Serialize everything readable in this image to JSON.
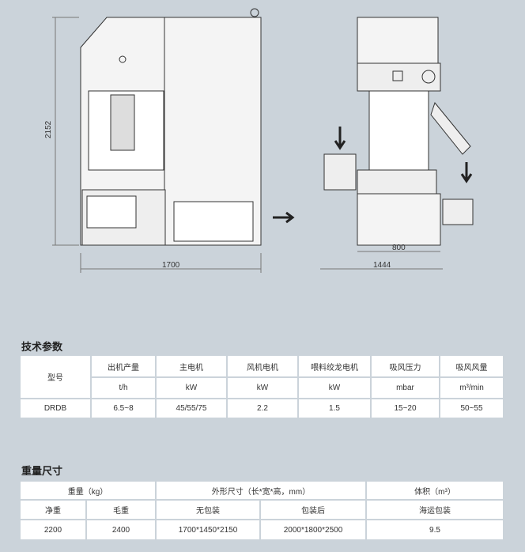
{
  "drawing": {
    "height_dim": "2152",
    "side_width_dim": "1700",
    "front_inner_dim": "800",
    "front_width_dim": "1444"
  },
  "tech": {
    "title": "技术参数",
    "headers": [
      "型号",
      "出机产量",
      "主电机",
      "风机电机",
      "喂料绞龙电机",
      "吸风压力",
      "吸风风量"
    ],
    "units": [
      "t/h",
      "kW",
      "kW",
      "kW",
      "mbar",
      "m³/min"
    ],
    "row": [
      "DRDB",
      "6.5~8",
      "45/55/75",
      "2.2",
      "1.5",
      "15~20",
      "50~55"
    ]
  },
  "weight": {
    "title": "重量尺寸",
    "groups": [
      "重量（kg）",
      "外形尺寸（长*宽*高，mm）",
      "体积（m³）"
    ],
    "subheaders": [
      "净重",
      "毛重",
      "无包装",
      "包装后",
      "海运包装"
    ],
    "row": [
      "2200",
      "2400",
      "1700*1450*2150",
      "2000*1800*2500",
      "9.5"
    ]
  }
}
